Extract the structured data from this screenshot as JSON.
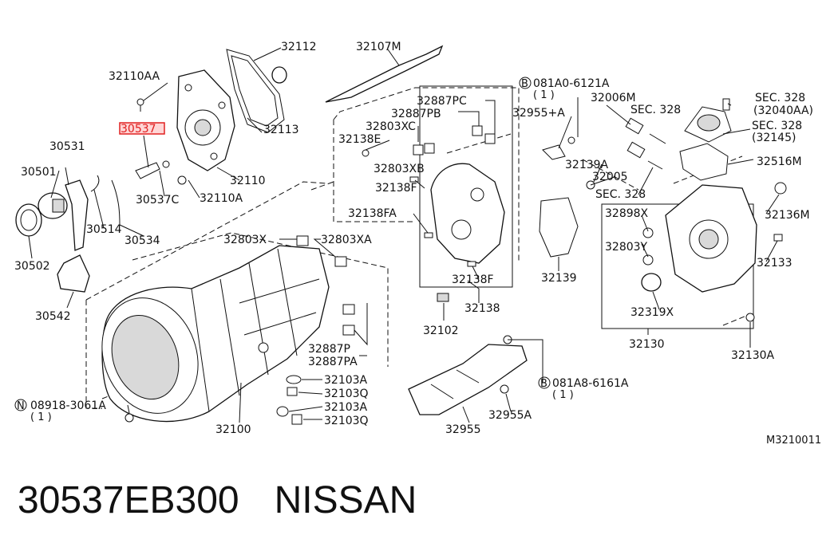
{
  "labels": {
    "l32112": "32112",
    "l32107M": "32107M",
    "l32110AA": "32110AA",
    "l30537hl": "30537",
    "l32113": "32113",
    "l30531": "30531",
    "l30501": "30501",
    "l32110": "32110",
    "l30537C": "30537C",
    "l32110A": "32110A",
    "l30514": "30514",
    "l30534": "30534",
    "l30502": "30502",
    "l30542": "30542",
    "l32887PC": "32887PC",
    "l32887PB": "32887PB",
    "l32803XC": "32803XC",
    "l32138E": "32138E",
    "l32803XB": "32803XB",
    "l32138F_a": "32138F",
    "l32138FA": "32138FA",
    "l32138F_b": "32138F",
    "l32138": "32138",
    "l32102": "32102",
    "l32803X": "32803X",
    "l32803XA": "32803XA",
    "l32887P": "32887P",
    "l32887PA": "32887PA",
    "l32103A_a": "32103A",
    "l32103Q_a": "32103Q",
    "l32103A_b": "32103A",
    "l32103Q_b": "32103Q",
    "l32100": "32100",
    "l08918": "08918-3061A",
    "l08918qty": "( 1 )",
    "l32955": "32955",
    "l32955A": "32955A",
    "l081A8": "081A8-6161A",
    "l081A8qty": "( 1 )",
    "l081A0": "081A0-6121A",
    "l081A0qty": "( 1 )",
    "l32955pA": "32955+A",
    "l32006M": "32006M",
    "lSEC328a": "SEC. 328",
    "lSEC328b": "SEC. 328",
    "l32040AA": "(32040AA)",
    "lSEC328c": "SEC. 328",
    "l32145": "(32145)",
    "lSEC328d": "SEC. 328",
    "l32139A": "32139A",
    "l32005": "32005",
    "l32516M": "32516M",
    "l32139": "32139",
    "l32898X": "32898X",
    "l32803Y": "32803Y",
    "l32136M": "32136M",
    "l32133": "32133",
    "l32319X": "32319X",
    "l32130": "32130",
    "l32130A": "32130A",
    "lM3210011": "M3210011",
    "circB": "B",
    "circB2": "B",
    "circN": "N"
  },
  "footer": {
    "part_number": "30537EB300",
    "brand": "NISSAN"
  },
  "colors": {
    "highlight": "#e02020",
    "highlight_fill": "#ffd6d6",
    "ink": "#111111"
  }
}
